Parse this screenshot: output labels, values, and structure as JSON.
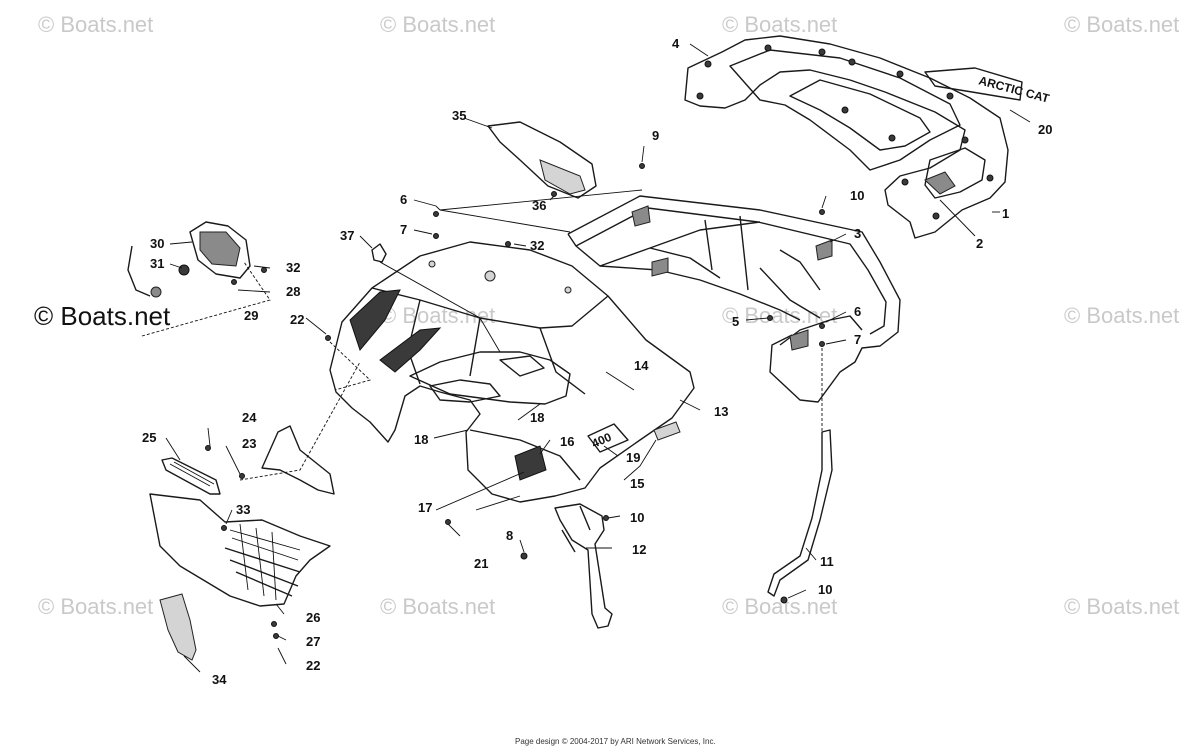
{
  "watermark": "© Boats.net",
  "footer": "Page design © 2004-2017 by ARI Network Services, Inc.",
  "decals": {
    "brand": "ARCTIC CAT",
    "model": "400"
  },
  "callouts": [
    "1",
    "2",
    "3",
    "4",
    "5",
    "6",
    "6",
    "7",
    "7",
    "8",
    "9",
    "10",
    "10",
    "10",
    "11",
    "12",
    "13",
    "14",
    "15",
    "16",
    "17",
    "18",
    "18",
    "19",
    "20",
    "21",
    "22",
    "22",
    "23",
    "24",
    "25",
    "26",
    "27",
    "28",
    "29",
    "30",
    "31",
    "32",
    "32",
    "33",
    "34",
    "35",
    "36",
    "37"
  ]
}
